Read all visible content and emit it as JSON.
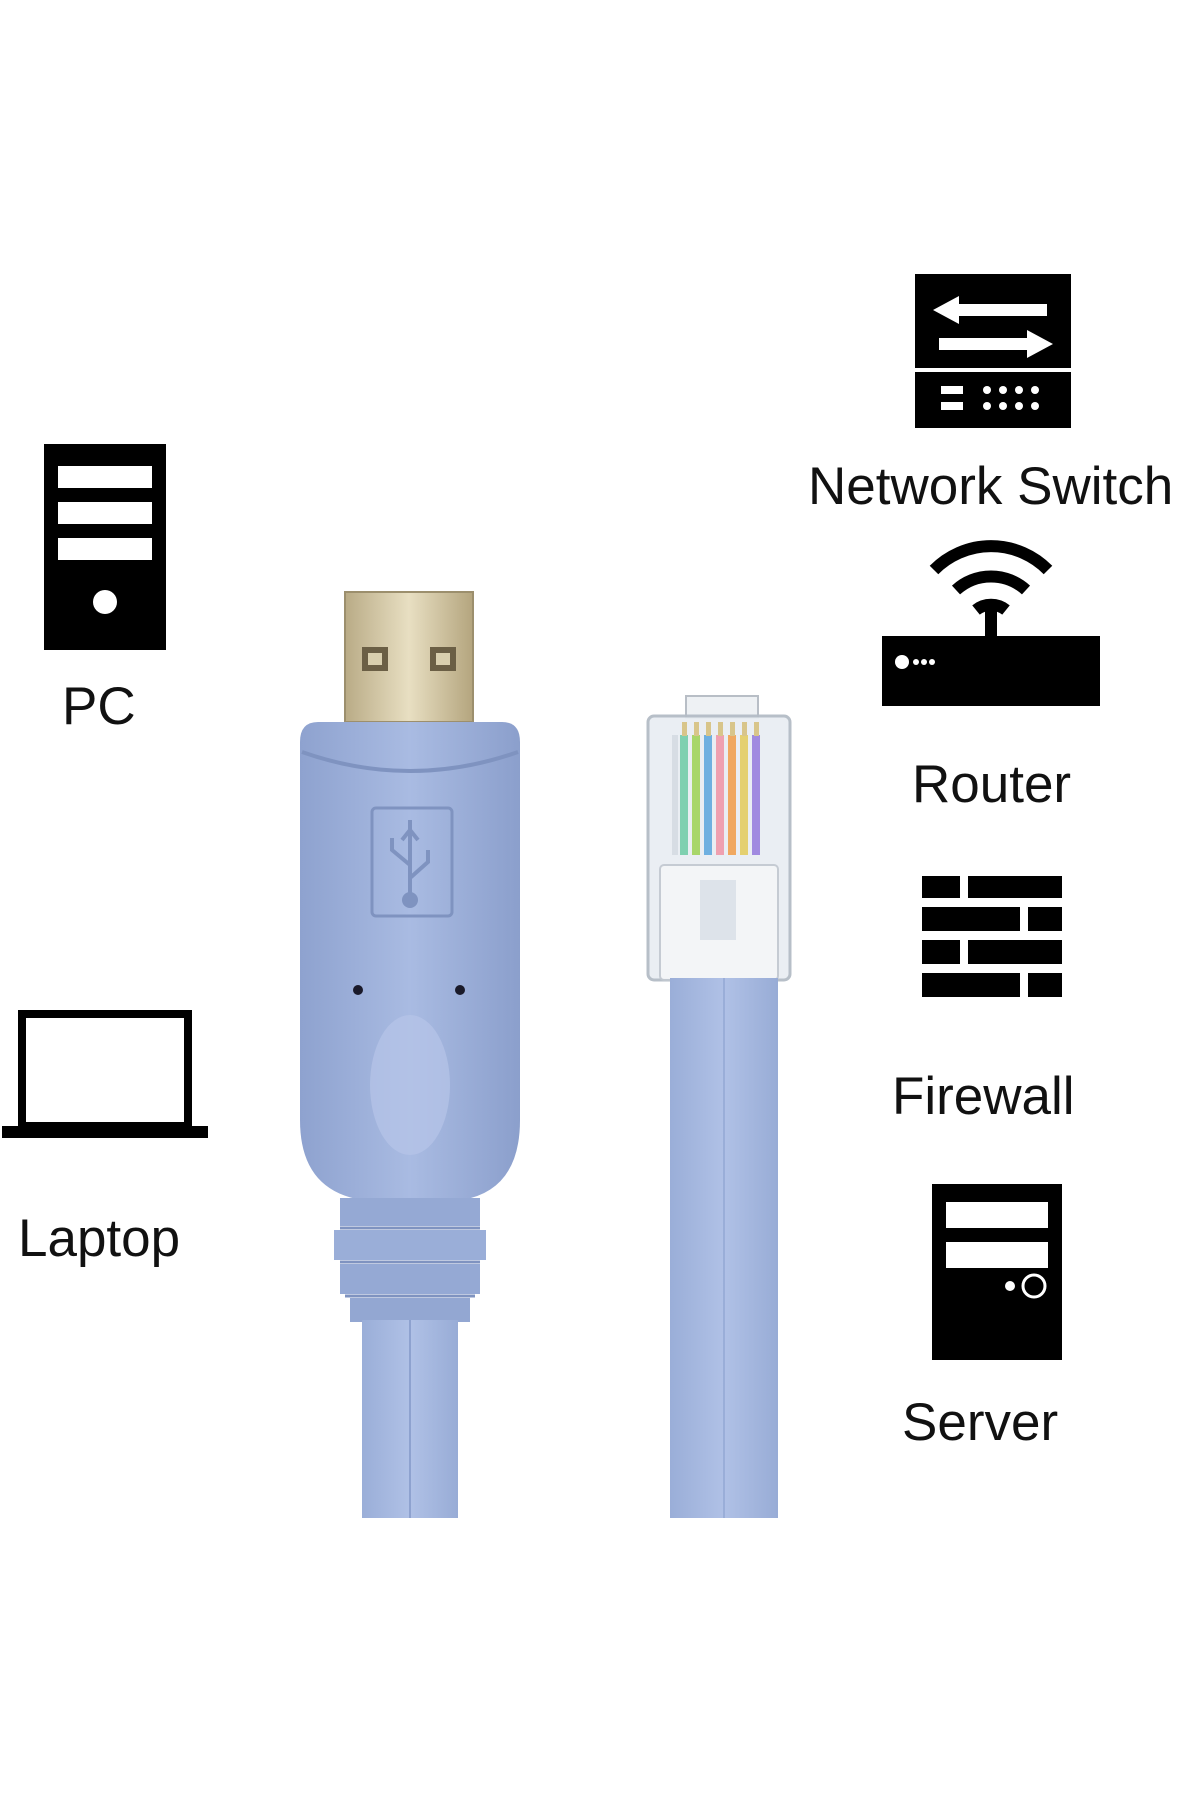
{
  "devices": {
    "pc": {
      "label": "PC",
      "icon": "pc-tower-icon"
    },
    "laptop": {
      "label": "Laptop",
      "icon": "laptop-icon"
    },
    "switch": {
      "label": "Network Switch",
      "icon": "network-switch-icon"
    },
    "router": {
      "label": "Router",
      "icon": "wifi-router-icon"
    },
    "firewall": {
      "label": "Firewall",
      "icon": "firewall-brick-icon"
    },
    "server": {
      "label": "Server",
      "icon": "server-icon"
    }
  },
  "cable": {
    "usb_end": "usb-a-connector",
    "rj45_end": "rj45-connector",
    "color": "#9fb2da",
    "emblem": "usb-trident-icon"
  },
  "colors": {
    "icon": "#000000",
    "background": "#ffffff",
    "cable": "#9fb2da",
    "cable_dark": "#8597c2",
    "metal": "#cfc3a0"
  }
}
